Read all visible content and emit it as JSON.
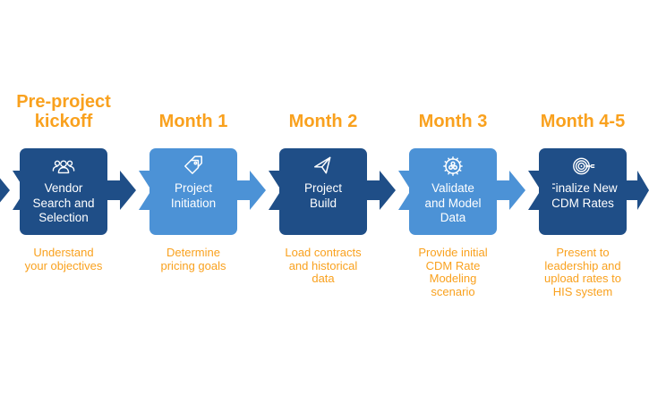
{
  "palette": {
    "dark_blue": "#1F4E87",
    "light_blue": "#4C92D6",
    "orange": "#F9A11E",
    "box_text": "#FFFFFF",
    "background": "#FFFFFF"
  },
  "flow": {
    "direction": "left-to-right",
    "connector": "chevron-arrow"
  },
  "steps": [
    {
      "header": "Pre-project\nkickoff",
      "label": "Vendor\nSearch and\nSelection",
      "caption": "Understand\nyour objectives",
      "icon": "people-group-icon",
      "tone": "dark"
    },
    {
      "header": "Month 1",
      "label": "Project\nInitiation",
      "caption": "Determine\npricing goals",
      "icon": "price-tags-icon",
      "tone": "light"
    },
    {
      "header": "Month 2",
      "label": "Project\nBuild",
      "caption": "Load contracts\nand historical\ndata",
      "icon": "paper-plane-icon",
      "tone": "dark"
    },
    {
      "header": "Month 3",
      "label": "Validate\nand Model\nData",
      "caption": "Provide initial\nCDM Rate\nModeling\nscenario",
      "icon": "gear-badge-icon",
      "tone": "light"
    },
    {
      "header": "Month 4-5",
      "label": "Finalize New\nCDM Rates",
      "caption": "Present to\nleadership and\nupload rates to\nHIS system",
      "icon": "target-dart-icon",
      "tone": "dark"
    }
  ]
}
